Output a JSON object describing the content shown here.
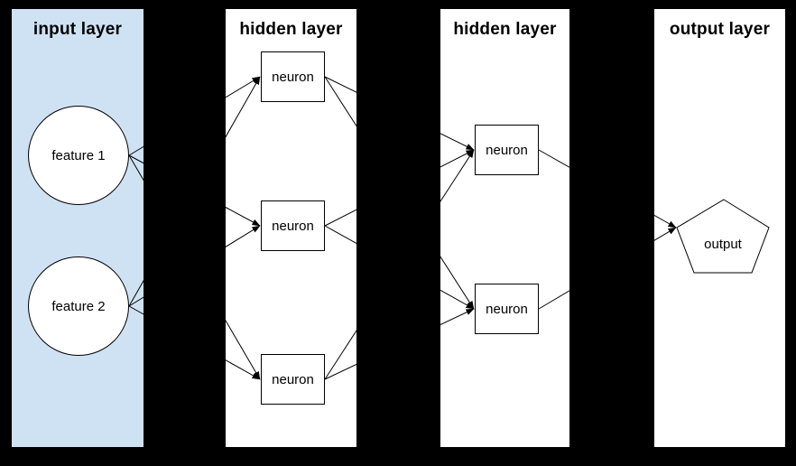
{
  "background_color": "#000000",
  "input_panel_color": "#cfe2f3",
  "panel_color": "#ffffff",
  "line_color": "#000000",
  "layers": [
    {
      "title": "input layer",
      "bg": "#cfe2f3",
      "nodes": [
        {
          "id": "f1",
          "label": "feature 1",
          "shape": "circle"
        },
        {
          "id": "f2",
          "label": "feature 2",
          "shape": "circle"
        }
      ]
    },
    {
      "title": "hidden layer",
      "bg": "#ffffff",
      "nodes": [
        {
          "id": "h1a",
          "label": "neuron",
          "shape": "rect"
        },
        {
          "id": "h1b",
          "label": "neuron",
          "shape": "rect"
        },
        {
          "id": "h1c",
          "label": "neuron",
          "shape": "rect"
        }
      ]
    },
    {
      "title": "hidden layer",
      "bg": "#ffffff",
      "nodes": [
        {
          "id": "h2a",
          "label": "neuron",
          "shape": "rect"
        },
        {
          "id": "h2b",
          "label": "neuron",
          "shape": "rect"
        }
      ]
    },
    {
      "title": "output layer",
      "bg": "#ffffff",
      "nodes": [
        {
          "id": "out",
          "label": "output",
          "shape": "pentagon"
        }
      ]
    }
  ],
  "edges": [
    {
      "from": "f1",
      "to": "h1a"
    },
    {
      "from": "f1",
      "to": "h1b"
    },
    {
      "from": "f1",
      "to": "h1c"
    },
    {
      "from": "f2",
      "to": "h1a"
    },
    {
      "from": "f2",
      "to": "h1b"
    },
    {
      "from": "f2",
      "to": "h1c"
    },
    {
      "from": "h1a",
      "to": "h2a"
    },
    {
      "from": "h1a",
      "to": "h2b"
    },
    {
      "from": "h1b",
      "to": "h2a"
    },
    {
      "from": "h1b",
      "to": "h2b"
    },
    {
      "from": "h1c",
      "to": "h2a"
    },
    {
      "from": "h1c",
      "to": "h2b"
    },
    {
      "from": "h2a",
      "to": "out"
    },
    {
      "from": "h2b",
      "to": "out"
    }
  ]
}
